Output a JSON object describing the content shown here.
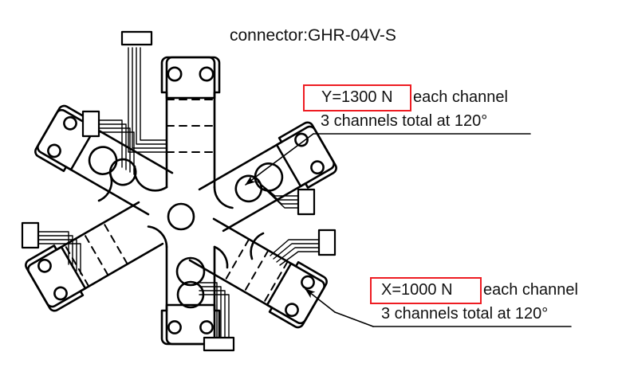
{
  "diagram": {
    "title": "connector:GHR-04V-S",
    "structure": {
      "name": "six-arm-star-load-cell",
      "hub_center": [
        227,
        272
      ],
      "hub_bore_radius": 16,
      "arm_count": 6,
      "arm_angles_deg": [
        90,
        150,
        210,
        270,
        330,
        30
      ],
      "per_arm_features": [
        "mounting-pad",
        "two-bolt-holes",
        "figure-eight-cutout",
        "strain-gauge-dashed-bands",
        "four-wire-cable",
        "connector-block"
      ],
      "wires_per_cable": 4
    },
    "callouts": [
      {
        "id": "callout-y",
        "axis": "Y",
        "value_text": "Y=1300 N",
        "value": 1300,
        "unit": "N",
        "tail_text": "each channel",
        "sub_text": "3 channels total at 120°",
        "channels": 3,
        "spacing_deg": 120,
        "box_color": "#ee1c22",
        "points_to": "upper-right-arm-pad"
      },
      {
        "id": "callout-x",
        "axis": "X",
        "value_text": "X=1000 N",
        "value": 1000,
        "unit": "N",
        "tail_text": "each channel",
        "sub_text": "3 channels total at 120°",
        "channels": 3,
        "spacing_deg": 120,
        "box_color": "#ee1c22",
        "points_to": "lower-right-arm-pad"
      }
    ],
    "colors": {
      "background": "#ffffff",
      "line": "#000000",
      "accent_red": "#ee1c22",
      "text": "#111111"
    }
  }
}
